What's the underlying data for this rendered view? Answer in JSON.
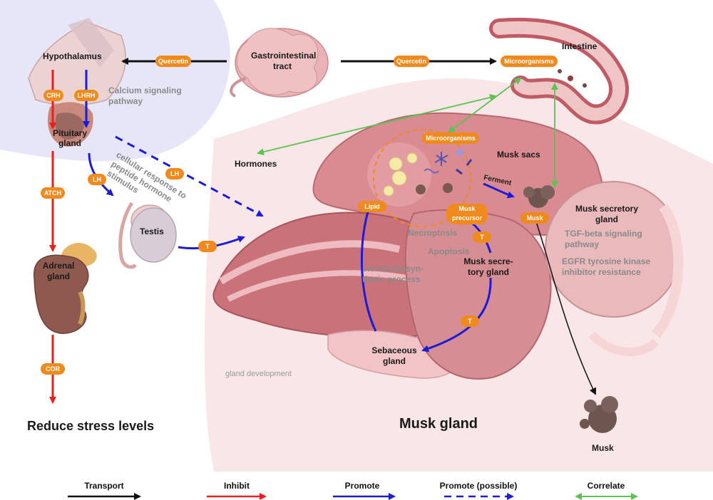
{
  "labels": {
    "hypothalamus": "Hypothalamus",
    "gi_tract_1": "Gastrointestinal",
    "gi_tract_2": "tract",
    "intestine": "Intestine",
    "pituitary_1": "Pituitary",
    "pituitary_2": "gland",
    "hormones": "Hormones",
    "testis": "Testis",
    "adrenal_1": "Adrenal",
    "adrenal_2": "gland",
    "musk_sacs": "Musk sacs",
    "musk_secretory_1": "Musk secretory",
    "musk_secretory_2": "gland",
    "musk_secretory_inner_1": "Musk secre-",
    "musk_secretory_inner_2": "tory gland",
    "sebaceous_1": "Sebaceous",
    "sebaceous_2": "gland",
    "musk_bottom": "Musk",
    "ferment": "Ferment",
    "reduce_stress": "Reduce stress levels",
    "musk_gland": "Musk gland"
  },
  "pathways": {
    "calcium_1": "Calcium signaling",
    "calcium_2": "pathway",
    "cellular_response_1": "cellular response to",
    "cellular_response_2": "peptide hormone",
    "cellular_response_3": "stimulus",
    "necroptosis": "Necroptosis",
    "apoptosis": "Apoptosis",
    "steroid_1": "steroid biosyn-",
    "steroid_2": "thetic process",
    "tgf_1": "TGF-beta signaling",
    "tgf_2": "pathway",
    "egfr_1": "EGFR tyrosine kinase",
    "egfr_2": "inhibitor resistance",
    "gland_dev": "gland development"
  },
  "badges": {
    "quercetin_left": "Quercetin",
    "quercetin_right": "Quercetin",
    "microorganisms_intestine": "Microorganisms",
    "microorganisms_sac": "Microorganisms",
    "crh": "CRH",
    "lhrh": "LHRH",
    "lh_1": "LH",
    "lh_2": "LH",
    "atch": "ATCH",
    "cor": "COR",
    "t_testis": "T",
    "t_center": "T",
    "t_lower": "T",
    "lipid": "Lipid",
    "musk_precursor_1": "Musk",
    "musk_precursor_2": "precursor",
    "musk_badge": "Musk"
  },
  "legend": [
    {
      "label": "Transport",
      "color": "#111111",
      "style": "solid"
    },
    {
      "label": "Inhibit",
      "color": "#e8201f",
      "style": "solid"
    },
    {
      "label": "Promote",
      "color": "#1c1cd6",
      "style": "solid"
    },
    {
      "label": "Promote (possible)",
      "color": "#1c1cd6",
      "style": "dashed"
    },
    {
      "label": "Correlate",
      "color": "#5cc254",
      "style": "double"
    }
  ],
  "colors": {
    "transport": "#111111",
    "inhibit": "#e8201f",
    "promote": "#1c1cd6",
    "correlate": "#5cc254",
    "badge": "#f08a1c",
    "brain_bg": "#e7e6f8",
    "gland_bg": "#f8e4e4"
  }
}
